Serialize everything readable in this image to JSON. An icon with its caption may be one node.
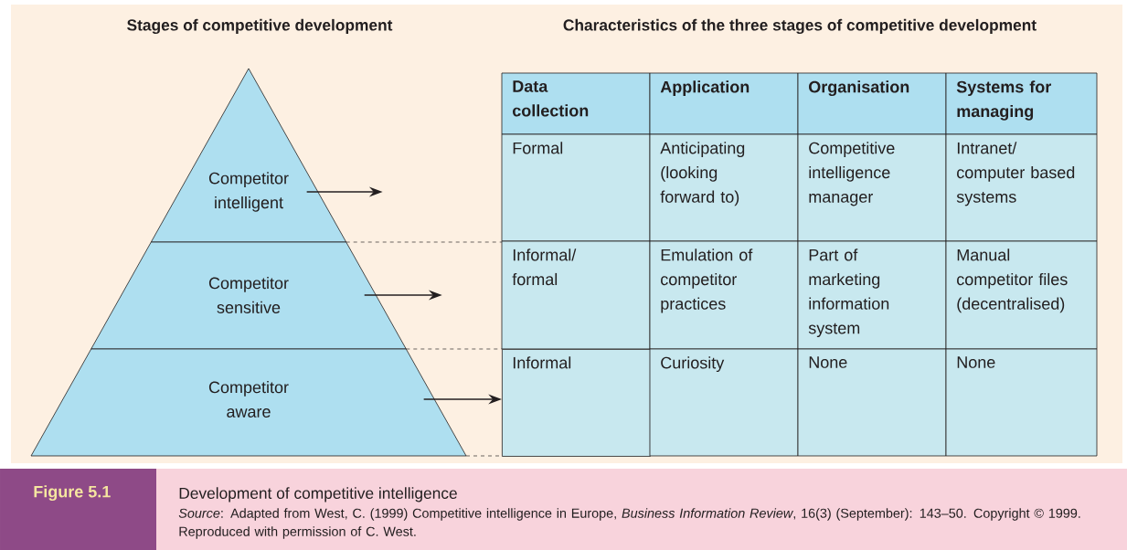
{
  "diagram": {
    "caption": "Development of competitive intelligence",
    "nodes": [
      {
        "text": [
          "Competitor intelligent"
        ]
      },
      {
        "text": [
          "Competitor sensitive"
        ]
      },
      {
        "text": [
          "Competitor aware"
        ]
      },
      {
        "text": [
          "Informal"
        ]
      }
    ],
    "edges": [
      {
        "from": 0,
        "to": null,
        "arrow": "to"
      },
      {
        "from": 1,
        "to": null,
        "arrow": "to"
      },
      {
        "from": 2,
        "to": 3,
        "arrow": "to"
      }
    ],
    "labels": [
      "Stages of competitive development",
      "Characteristics of the three stages of competitive development",
      "Data collection",
      "Application",
      "Organisation",
      "Systems for managing",
      "Formal",
      "Anticipating (looking forward to)",
      "Competitive intelligence manager",
      "Intranet/ computer based systems",
      "Informal/ formal",
      "Emulation of competitor practices",
      "Part of marketing information system",
      "Manual competitor files (decentralised)",
      "Curiosity",
      "None",
      "None",
      "Figure 5.1",
      "*Source*: Adapted from West, C. (1999) Competitive intelligence in Europe, *Business Information Review*, 16(3) (September): 143–50. Copyright © 1999. Reproduced with permission of C. West."
    ]
  }
}
